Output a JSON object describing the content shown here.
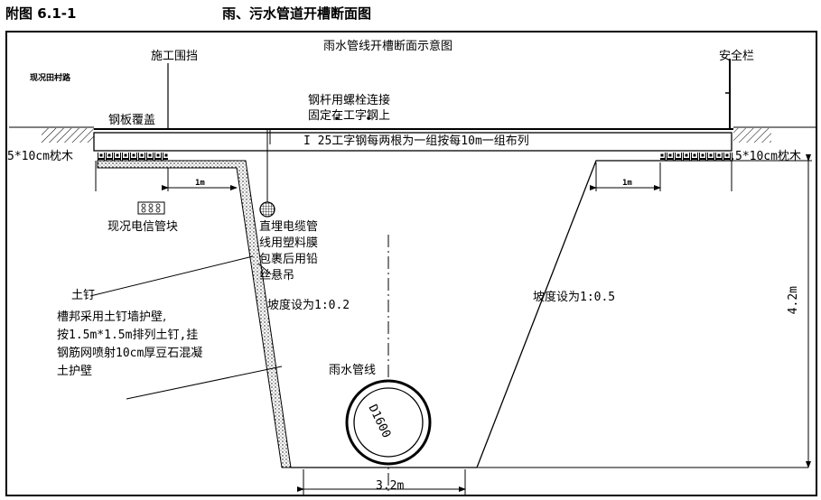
{
  "header": {
    "figure_number": "附图 6.1-1",
    "title": "雨、污水管道开槽断面图"
  },
  "diagram": {
    "caption": "雨水管线开槽断面示意图",
    "labels": {
      "construction_fence": "施工围挡",
      "safety_rail": "安全栏",
      "existing_road": "现况田村路",
      "steel_plate_cover": "钢板覆盖",
      "bolt_note_1": "钢杆用螺栓连接",
      "bolt_note_2": "固定在工字钢上",
      "i_beam": "I 25工字钢每两根为一组按每10m一组布列",
      "sleeper_left": "5*10cm枕木",
      "sleeper_right": "5*10cm枕木",
      "dim_1m_left": "1m",
      "dim_1m_right": "1m",
      "telecom_block": "现况电信管块",
      "cable_note": [
        "直埋电缆管",
        "线用塑料膜",
        "包裹后用铅",
        "丝悬吊"
      ],
      "soil_nail": "土钉",
      "wall_note": [
        "槽邦采用土钉墙护壁,",
        "按1.5m*1.5m排列土钉,挂",
        "钢筋网喷射10cm厚豆石混凝",
        "土护壁"
      ],
      "slope_left": "坡度设为1:0.2",
      "slope_right": "坡度设为1:0.5",
      "depth": "4.2m",
      "rain_pipe": "雨水管线",
      "pipe_diameter": "D1600",
      "bottom_width": "3.2m"
    }
  }
}
